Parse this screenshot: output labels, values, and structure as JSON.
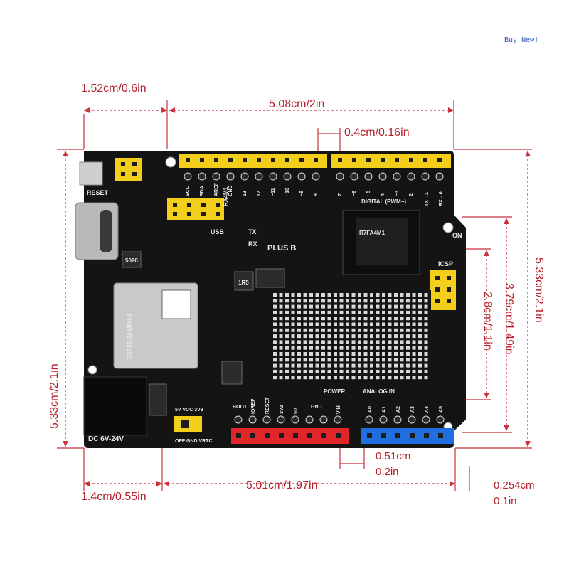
{
  "header": {
    "buy_label": "Buy  New!"
  },
  "dimensions": {
    "left_offset": "1.52cm/0.6in",
    "top_width": "5.08cm/2in",
    "pin_pitch": "0.4cm/0.16in",
    "left_height": "5.33cm/2.1in",
    "right_height": "5.33cm/2.1in",
    "inner_height": "3.79cm/1.49in",
    "icsp_height": "2.8cm/1.1in",
    "bottom_left": "1.4cm/0.55in",
    "bottom_width": "5.01cm/1.97in",
    "analog_gap_cm": "0.51cm",
    "analog_gap_in": "0.2in",
    "edge_gap_cm": "0.254cm",
    "edge_gap_in": "0.1in"
  },
  "board": {
    "model": "PLUS B",
    "module": "ESP32-S3-MINI-1",
    "reset": "RESET",
    "usb": "USB",
    "icsp": "ICSP",
    "on": "ON",
    "tx": "TX",
    "rx": "RX",
    "power": "POWER",
    "analog_in": "ANALOG IN",
    "digital": "DIGITAL (PWM~)",
    "dc": "DC 6V-24V",
    "switch_top": "5V VCC 3V3",
    "switch_bottom": "OFF GND VRTC",
    "chip_text": "R7FA4M1",
    "power_pins": [
      "BOOT",
      "IOREF",
      "RESET",
      "3V3",
      "5V",
      "GND",
      "GND",
      "VIN"
    ],
    "analog_pins": [
      "A0",
      "A1",
      "A2",
      "A3",
      "A4",
      "A5"
    ],
    "inductor": "1R5",
    "resistor": "5020",
    "header_top_left_labels": [
      "SCL",
      "SDA",
      "AREF",
      "GND",
      "13",
      "12",
      "~11",
      "~10",
      "~9",
      "8"
    ],
    "header_top_right_labels": [
      "7",
      "~6",
      "~5",
      "4",
      "~3",
      "2",
      "TX→1",
      "RX←0"
    ],
    "ra4m1": "RA4M1"
  },
  "colors": {
    "dimension": "#b5202a",
    "pcb": "#141414",
    "header_yellow": "#f3cf1c",
    "header_red": "#e0262a",
    "header_blue": "#1f6fe0"
  }
}
